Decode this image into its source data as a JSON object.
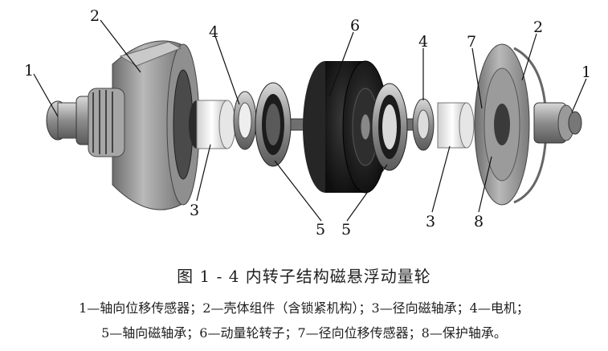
{
  "caption": {
    "title": "图 1 - 4    内转子结构磁悬浮动量轮",
    "legend_line1": "1—轴向位移传感器；2—壳体组件（含锁紧机构）；3—径向磁轴承；4—电机；",
    "legend_line2": "5—轴向磁轴承；6—动量轮转子；7—径向位移传感器；8—保护轴承。"
  },
  "callouts": [
    "1",
    "2",
    "4",
    "6",
    "4",
    "7",
    "2",
    "1",
    "3",
    "5",
    "5",
    "3",
    "8"
  ],
  "colors": {
    "text": "#111111",
    "housing_gray": "#8a8a8a",
    "rotor_black": "#1c1c1c",
    "bearing_white": "#f2f2f2"
  }
}
